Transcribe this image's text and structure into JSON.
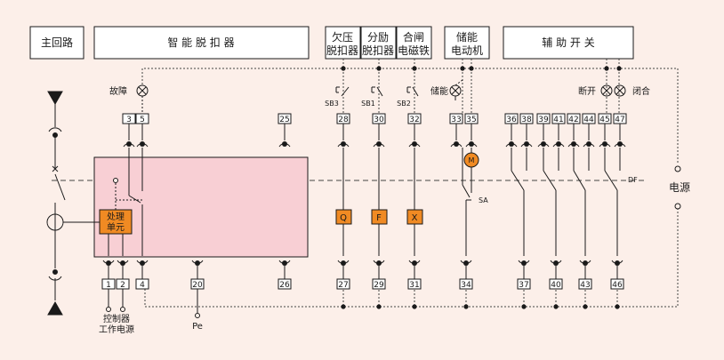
{
  "colors": {
    "background": "#fcefe9",
    "line": "#1a1a1a",
    "dotted": "#444444",
    "controller_fill": "#f8cfd4",
    "unit_fill": "#f08a23",
    "box_fill": "#ffffff"
  },
  "headers": {
    "main_circuit": "主回路",
    "smart_trip": "智 能 脱 扣 器",
    "undervoltage": [
      "欠压",
      "脱扣器"
    ],
    "shunt": [
      "分励",
      "脱扣器"
    ],
    "closing": [
      "合闸",
      "电磁铁"
    ],
    "storage": [
      "储能",
      "电动机"
    ],
    "aux_switch": "辅 助 开 关"
  },
  "labels": {
    "fault": "故障",
    "storage": "储能",
    "open": "断开",
    "close": "闭合",
    "power": "电源",
    "processing_unit": [
      "处理",
      "单元"
    ],
    "controller_power": [
      "控制器",
      "工作电源"
    ],
    "pe": "Pe",
    "sb3": "SB3",
    "sb1": "SB1",
    "sb2": "SB2",
    "sa": "SA",
    "df": "DF",
    "motor": "M",
    "coil_q": "Q",
    "coil_f": "F",
    "coil_x": "X"
  },
  "terminals": {
    "top": [
      "3",
      "5",
      "25",
      "28",
      "30",
      "32",
      "33",
      "35",
      "36",
      "38",
      "39",
      "41",
      "42",
      "44",
      "45",
      "47"
    ],
    "bottom": [
      "1",
      "2",
      "4",
      "20",
      "26",
      "27",
      "29",
      "31",
      "34",
      "37",
      "40",
      "43",
      "46"
    ]
  }
}
